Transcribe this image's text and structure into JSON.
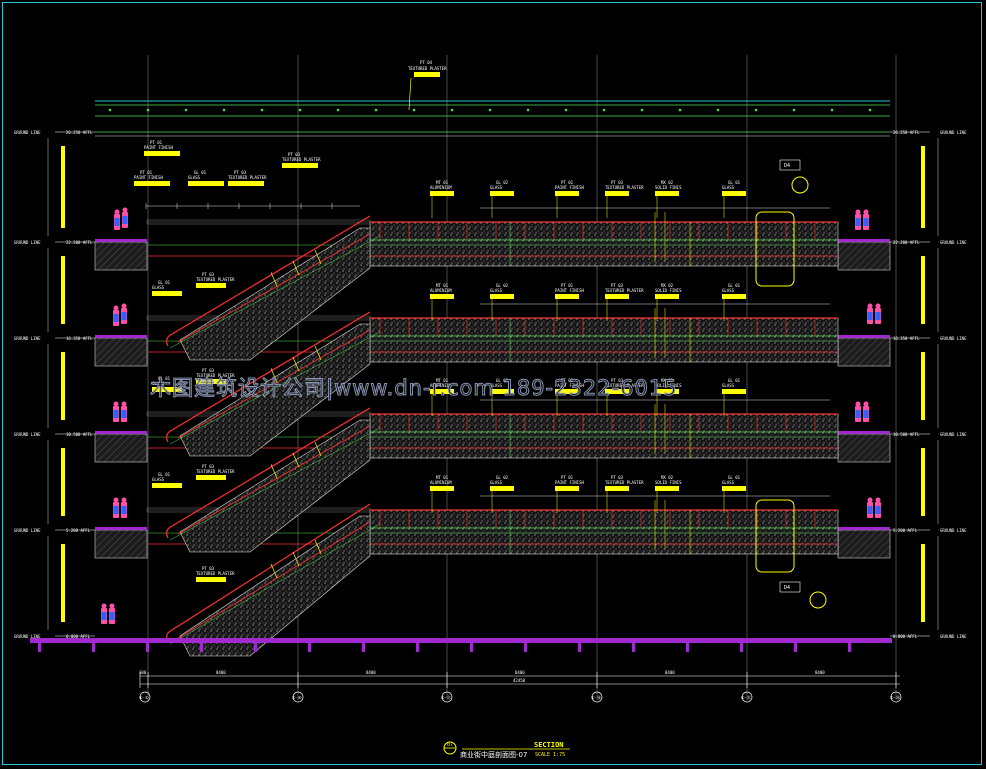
{
  "drawing": {
    "section_title": "SECTION",
    "section_subtitle": "商业街中庭剖面图-07",
    "scale_text": "SCALE 1:75",
    "section_number": "07"
  },
  "watermark": {
    "text": "木图建筑设计公司|www.dn-r.com 189-2322-6015"
  },
  "grid": {
    "labels": [
      "①-①",
      "①-⑥",
      "①-⑪",
      "①-⑯",
      "①-㉑",
      "①-㉖"
    ],
    "dimensions": [
      "8400",
      "8400",
      "8400",
      "8400",
      "8400"
    ],
    "total": "42450",
    "first_offset": "300"
  },
  "levels": {
    "left_tags": [
      "GROUND LINE",
      "GROUND LINE",
      "GROUND LINE",
      "GROUND LINE",
      "GROUND LINE",
      "GROUND LINE"
    ],
    "left_elev": [
      "26.250 AFFL",
      "22.200 AFFL",
      "16.350 AFFL",
      "10.500 AFFL",
      "5.200 AFFL",
      "0.000 AFFL"
    ],
    "right_tags": [
      "GROUND LINE",
      "GROUND LINE",
      "GROUND LINE",
      "GROUND LINE",
      "GROUND LINE",
      "GROUND LINE"
    ],
    "right_elev": [
      "26.250 AFFL",
      "22.200 AFFL",
      "16.350 AFFL",
      "10.500 AFFL",
      "5.200 AFFL",
      "0.000 AFFL"
    ]
  },
  "material_tags": {
    "roof": {
      "code": "PT 04",
      "name": "TEXTURED PLASTER"
    },
    "upper": [
      {
        "code": "PT 01",
        "name": "PAINT FINISH"
      },
      {
        "code": "MT 01",
        "name": "ALUMINIUM"
      },
      {
        "code": "GL 01",
        "name": "GLASS"
      },
      {
        "code": "PT 03",
        "name": "TEXTURED PLASTER"
      },
      {
        "code": "MT 01",
        "name": "ALUMINIUM"
      },
      {
        "code": "GL 02",
        "name": "GLASS"
      },
      {
        "code": "PT 01",
        "name": "PAINT FINISH"
      },
      {
        "code": "PT 03",
        "name": "TEXTURED PLASTER"
      },
      {
        "code": "MX 02",
        "name": "SOLID FINIS"
      },
      {
        "code": "GL 01",
        "name": "GLASS"
      }
    ],
    "escalator": [
      {
        "code": "GL 01",
        "name": "GLASS"
      },
      {
        "code": "PT 03",
        "name": "TEXTURED PLASTER"
      }
    ],
    "detail_callouts": [
      "D4",
      "D4"
    ]
  }
}
